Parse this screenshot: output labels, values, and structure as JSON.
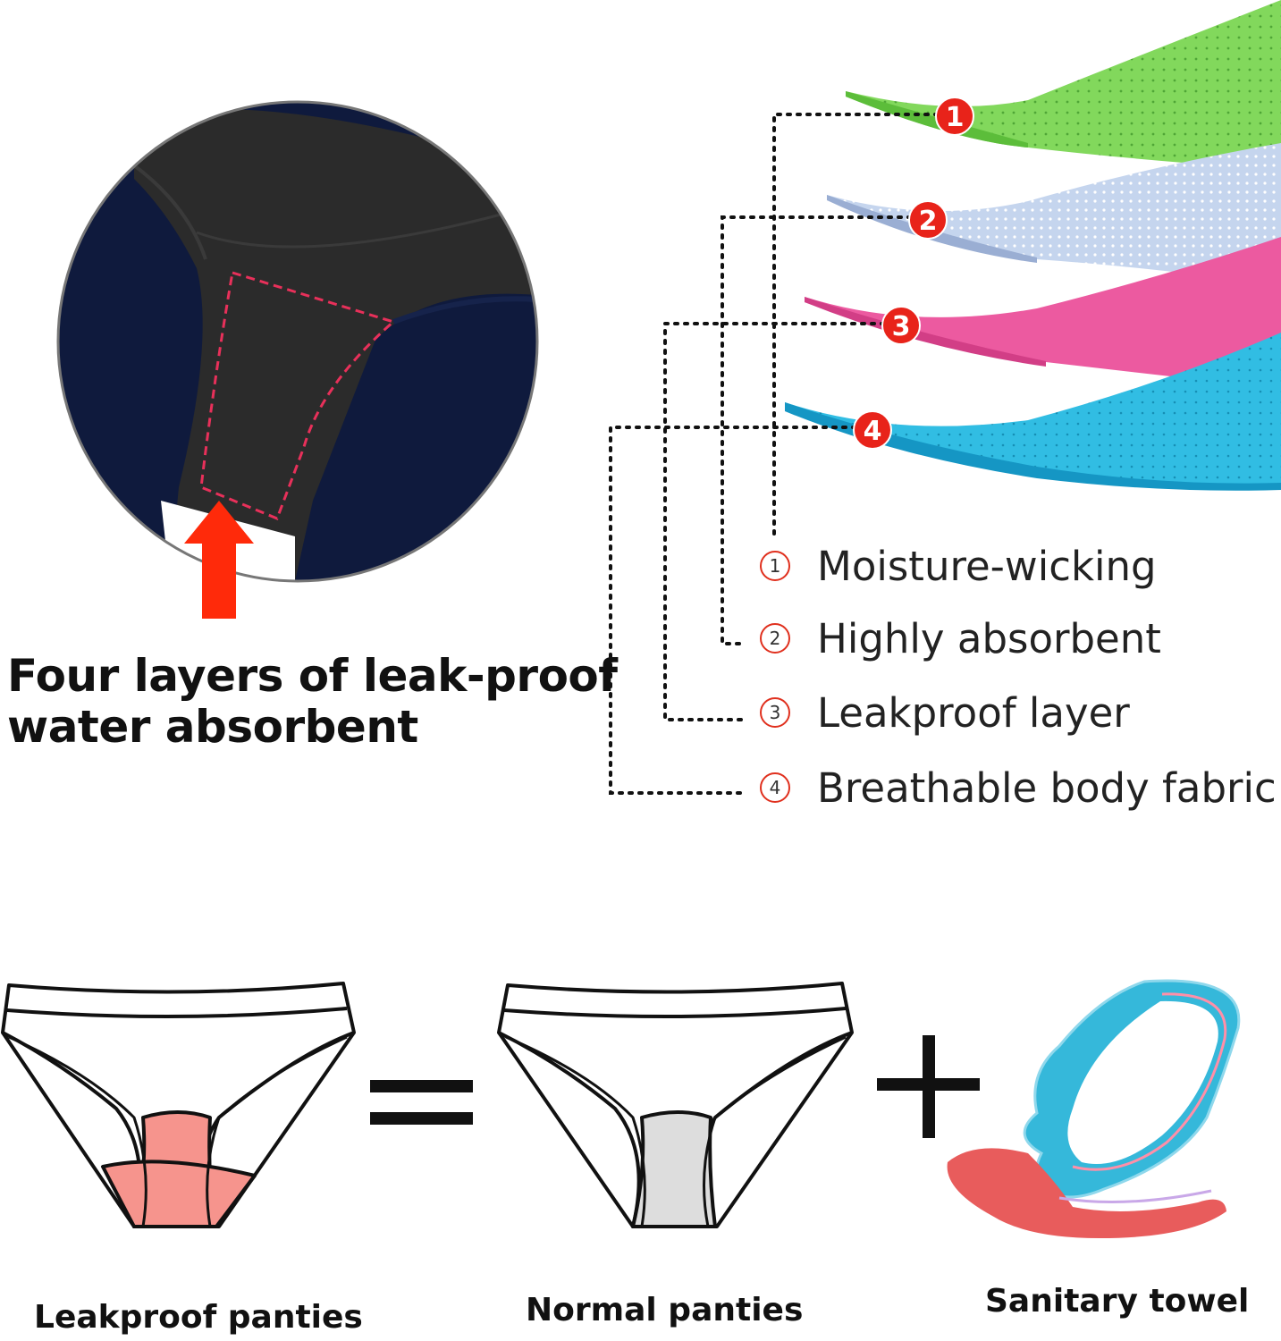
{
  "caption": {
    "line1": "Four layers of leak-proof",
    "line2": "water absorbent"
  },
  "layers": [
    {
      "number": "1",
      "symbol": "1",
      "label": "Moisture-wicking",
      "color": "#7ed957"
    },
    {
      "number": "2",
      "symbol": "2",
      "label": "Highly absorbent",
      "color": "#b9cbe8"
    },
    {
      "number": "3",
      "symbol": "3",
      "label": "Leakproof layer",
      "color": "#ec5aa0"
    },
    {
      "number": "4",
      "symbol": "4",
      "label": "Breathable body fabric",
      "color": "#2ebfe4"
    }
  ],
  "comparison": {
    "left_label": "Leakproof panties",
    "equals_sign": "=",
    "middle_label": "Normal panties",
    "plus_sign": "+",
    "right_label": "Sanitary towel"
  },
  "colors": {
    "badge": "#e8231a",
    "arrow": "#ff2a0a",
    "stitch": "#e8305a",
    "navy": "#0f1a3d",
    "gusset_dark": "#2b2b2b",
    "pink_gusset": "#f6948d",
    "grey_gusset": "#dddddd",
    "towel_blue": "#35b8da",
    "towel_red": "#e85c5c"
  },
  "icons": [
    "layer-badge-icon",
    "up-arrow-icon",
    "leakproof-panties-icon",
    "normal-panties-icon",
    "sanitary-towel-icon"
  ]
}
